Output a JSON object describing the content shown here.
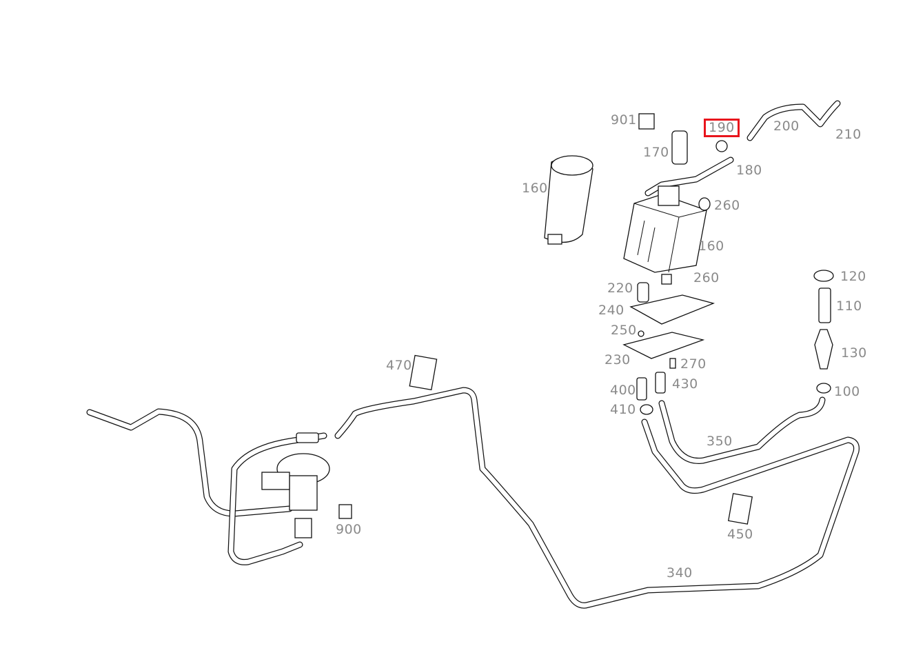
{
  "diagram": {
    "highlighted_part": "190",
    "highlight_color": "#e8141c",
    "label_color": "#8a8a8a",
    "labels": {
      "p901": "901",
      "p190": "190",
      "p200": "200",
      "p210": "210",
      "p170": "170",
      "p180": "180",
      "p160a": "160",
      "p260a": "260",
      "p160b": "160",
      "p120": "120",
      "p220": "220",
      "p260b": "260",
      "p110": "110",
      "p240": "240",
      "p250": "250",
      "p130": "130",
      "p230": "230",
      "p270": "270",
      "p400": "400",
      "p430": "430",
      "p100": "100",
      "p410": "410",
      "p350": "350",
      "p470": "470",
      "p900": "900",
      "p450": "450",
      "p340": "340"
    }
  }
}
